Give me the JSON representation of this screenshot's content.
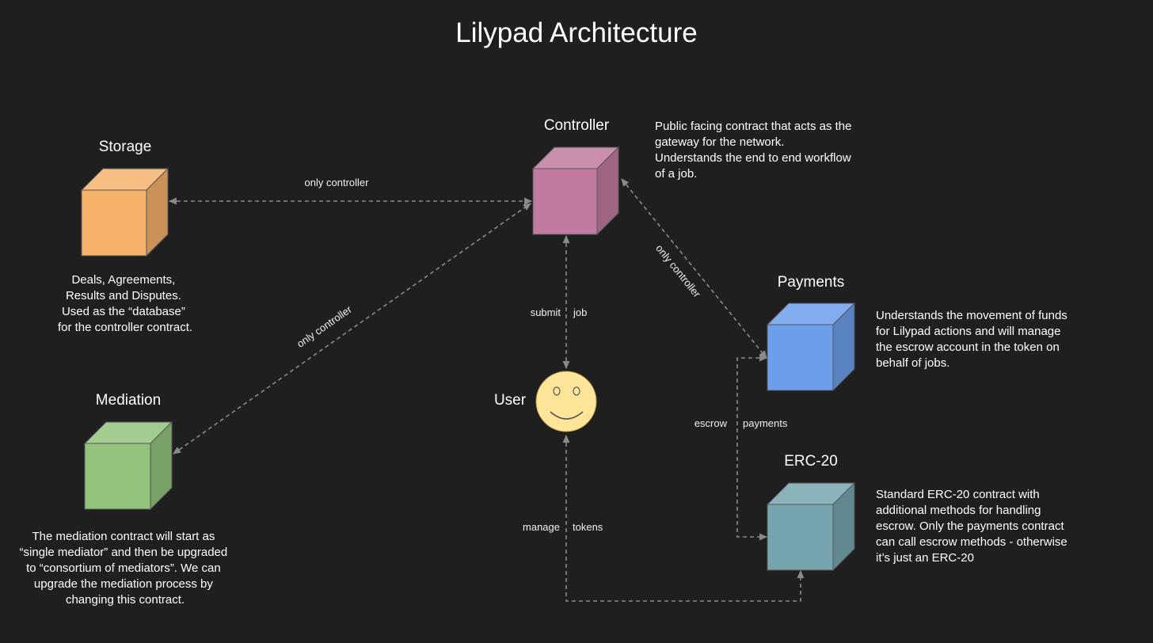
{
  "title": "Lilypad Architecture",
  "colors": {
    "background": "#1f1f1f",
    "storage": "#f6b26b",
    "controller": "#c27ba0",
    "payments": "#6d9eeb",
    "mediation": "#93c47d",
    "erc20": "#76a5af",
    "user_face": "#ffe599"
  },
  "nodes": {
    "storage": {
      "label": "Storage",
      "desc": [
        "Deals, Agreements,",
        "Results and Disputes.",
        "Used as the “database”",
        "for the controller contract."
      ]
    },
    "controller": {
      "label": "Controller",
      "desc": [
        "Public facing contract that acts as the",
        "gateway for the network.",
        "Understands the end to end workflow",
        "of a job."
      ]
    },
    "payments": {
      "label": "Payments",
      "desc": [
        "Understands the movement of funds",
        "for Lilypad actions and will manage",
        "the escrow account in the token on",
        "behalf of jobs."
      ]
    },
    "mediation": {
      "label": "Mediation",
      "desc": [
        "The mediation contract will start as",
        "“single mediator” and then be upgraded",
        "to “consortium of mediators”.  We can",
        "upgrade the mediation process by",
        "changing this contract."
      ]
    },
    "erc20": {
      "label": "ERC-20",
      "desc": [
        "Standard ERC-20 contract with",
        "additional methods for handling",
        "escrow.  Only the payments contract",
        "can call escrow methods - otherwise",
        "it’s just an ERC-20"
      ]
    },
    "user": {
      "label": "User",
      "icon": "smiley-face-icon"
    }
  },
  "edges": {
    "storage_controller": "only controller",
    "mediation_controller": "only controller",
    "controller_payments": "only controller",
    "user_controller": [
      "submit",
      "job"
    ],
    "payments_erc20": [
      "escrow",
      "payments"
    ],
    "user_erc20": [
      "manage",
      "tokens"
    ]
  }
}
